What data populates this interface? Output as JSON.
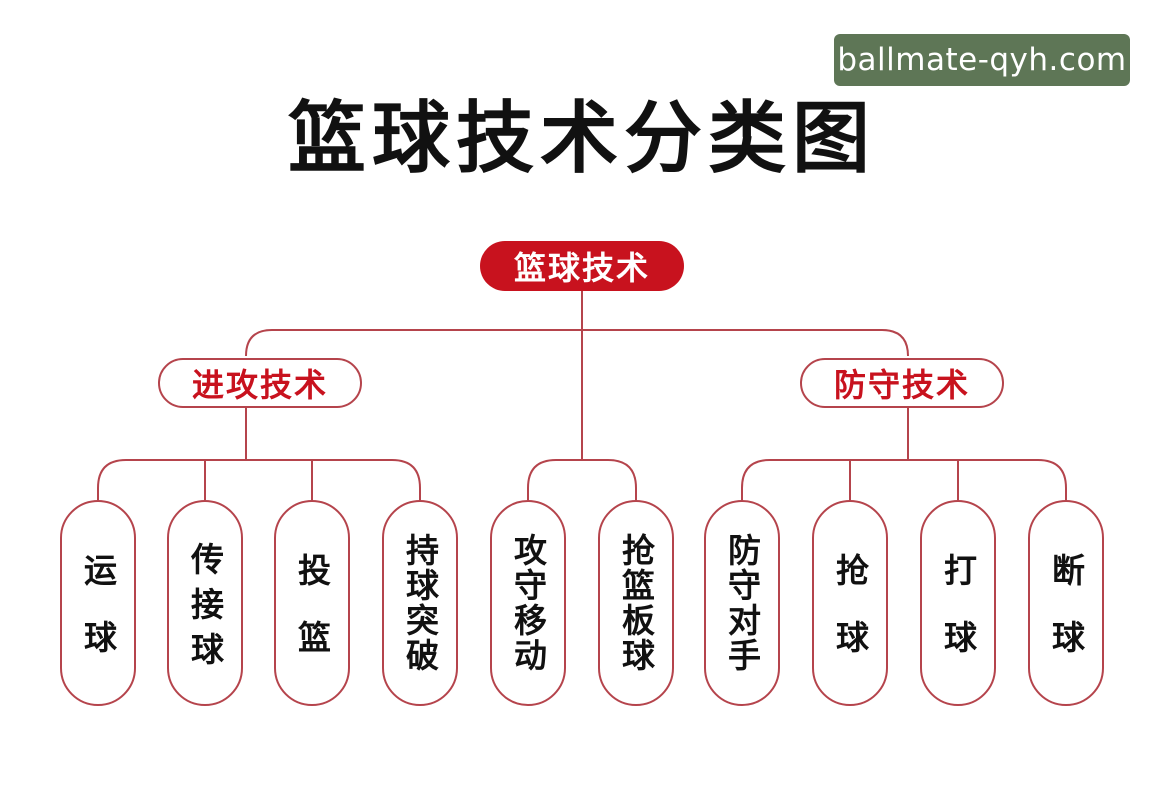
{
  "watermark": "ballmate-qyh.com",
  "title": "篮球技术分类图",
  "root": "篮球技术",
  "offense": {
    "label": "进攻技术",
    "items": [
      "运球",
      "传接球",
      "投篮",
      "持球突破"
    ]
  },
  "general": {
    "items": [
      "攻守移动",
      "抢篮板球"
    ]
  },
  "defense": {
    "label": "防守技术",
    "items": [
      "防守对手",
      "抢球",
      "打球",
      "断球"
    ]
  },
  "colors": {
    "accent": "#c8121e",
    "line": "#b5444c",
    "watermark_bg": "#5e7656"
  }
}
